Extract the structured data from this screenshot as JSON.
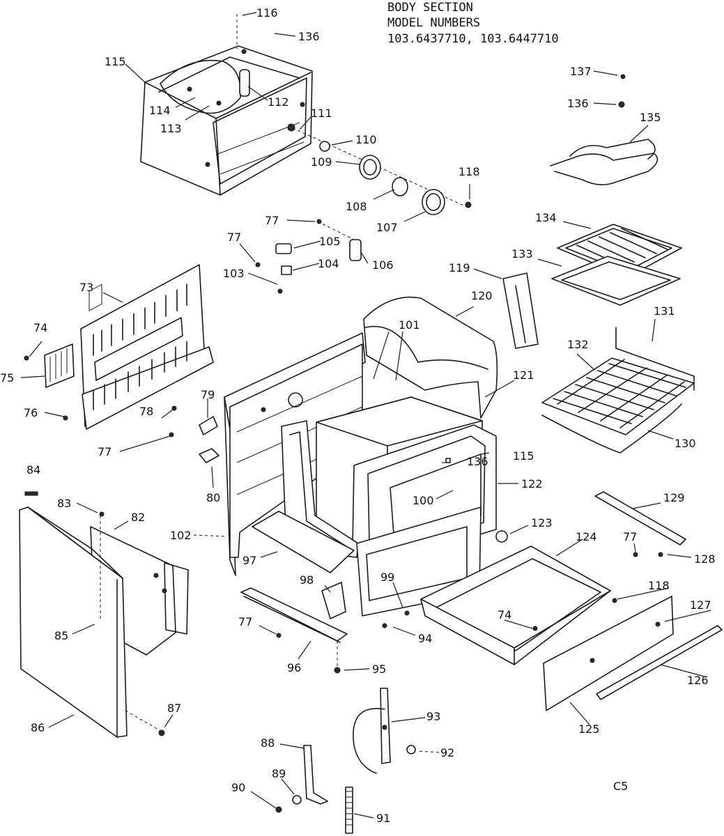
{
  "title": {
    "line1": "BODY SECTION",
    "line2": "MODEL NUMBERS",
    "line3": "103.6437710, 103.6447710"
  },
  "corner_code": "C5",
  "labels": {
    "l116": "116",
    "l136a": "136",
    "l115a": "115",
    "l112": "112",
    "l114": "114",
    "l113": "113",
    "l111": "111",
    "l110": "110",
    "l109": "109",
    "l108": "108",
    "l107": "107",
    "l118a": "118",
    "l137": "137",
    "l136b": "136",
    "l135": "135",
    "l134": "134",
    "l133": "133",
    "l131": "131",
    "l132": "132",
    "l130": "130",
    "l77a": "77",
    "l77b": "77",
    "l105": "105",
    "l104": "104",
    "l103": "103",
    "l106": "106",
    "l119": "119",
    "l120": "120",
    "l73": "73",
    "l74a": "74",
    "l75": "75",
    "l76": "76",
    "l79": "79",
    "l78": "78",
    "l77c": "77",
    "l80": "80",
    "l101": "101",
    "l121": "121",
    "l115b": "115",
    "l136c": "136",
    "l122": "122",
    "l100": "100",
    "l84": "84",
    "l83": "83",
    "l82": "82",
    "l102": "102",
    "l97": "97",
    "l123": "123",
    "l124": "124",
    "l129": "129",
    "l77d": "77",
    "l128": "128",
    "l98": "98",
    "l99": "99",
    "l118b": "118",
    "l127": "127",
    "l85": "85",
    "l77e": "77",
    "l74b": "74",
    "l94": "94",
    "l96": "96",
    "l95": "95",
    "l126": "126",
    "l125": "125",
    "l86": "86",
    "l87": "87",
    "l93": "93",
    "l88": "88",
    "l92": "92",
    "l89": "89",
    "l90": "90",
    "l91": "91"
  }
}
